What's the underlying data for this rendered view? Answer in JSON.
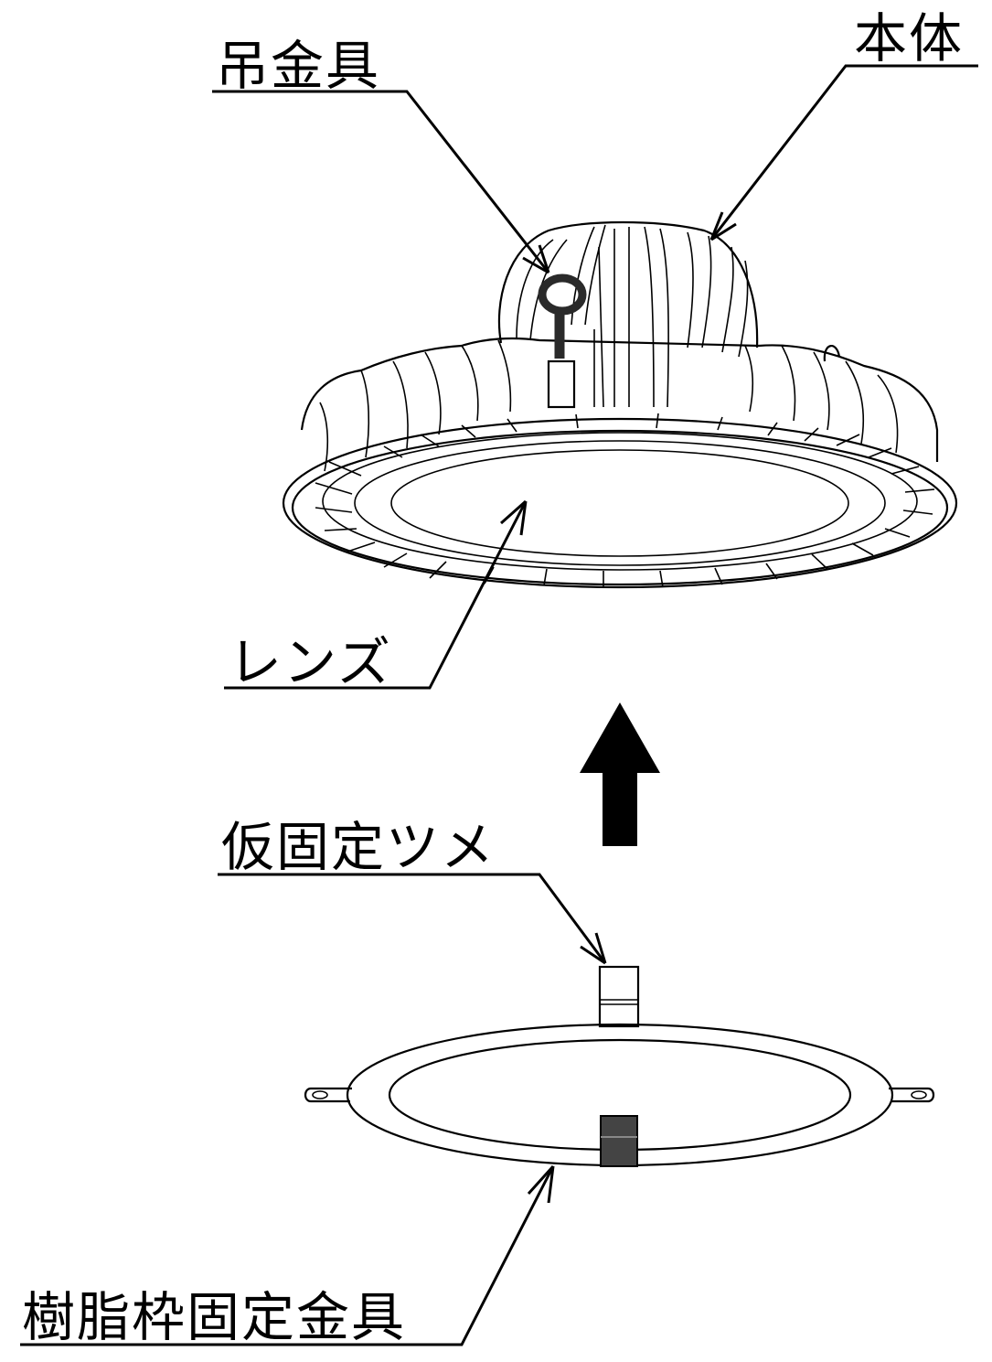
{
  "labels": {
    "hanger": "吊金具",
    "body": "本体",
    "lens": "レンズ",
    "temp_claw": "仮固定ツメ",
    "resin_frame_bracket": "樹脂枠固定金具"
  },
  "colors": {
    "line": "#000000",
    "background": "#ffffff",
    "hook_fill": "#2a2a2a",
    "claw_dark": "#444444"
  },
  "icons": {
    "direction_arrow": "up-arrow-icon"
  }
}
